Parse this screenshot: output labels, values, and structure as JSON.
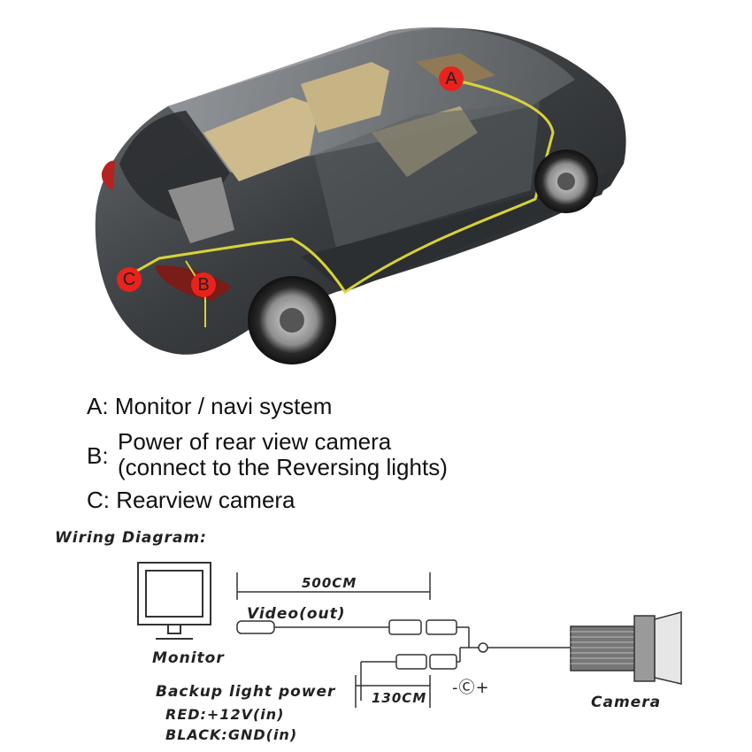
{
  "car_markers": {
    "a": "A",
    "b": "B",
    "c": "C"
  },
  "legend": {
    "a_key": "A:",
    "a_text": "Monitor / navi system",
    "b_key": "B:",
    "b_line1": "Power of rear view camera",
    "b_line2": "(connect to the Reversing lights)",
    "c_key": "C:",
    "c_text": "Rearview camera"
  },
  "wiring": {
    "title": "Wiring Diagram:",
    "length_main": "500CM",
    "video_label": "Video(out)",
    "monitor_label": "Monitor",
    "power_label": "Backup light power",
    "red_label": "RED:+12V(in)",
    "black_label": "BLACK:GND(in)",
    "length_power": "130CM",
    "polarity": "-Ⓒ+",
    "camera_label": "Camera"
  },
  "colors": {
    "marker_red": "#e8231c",
    "wire": "#d8d23a",
    "car_body": "#3d4144"
  }
}
